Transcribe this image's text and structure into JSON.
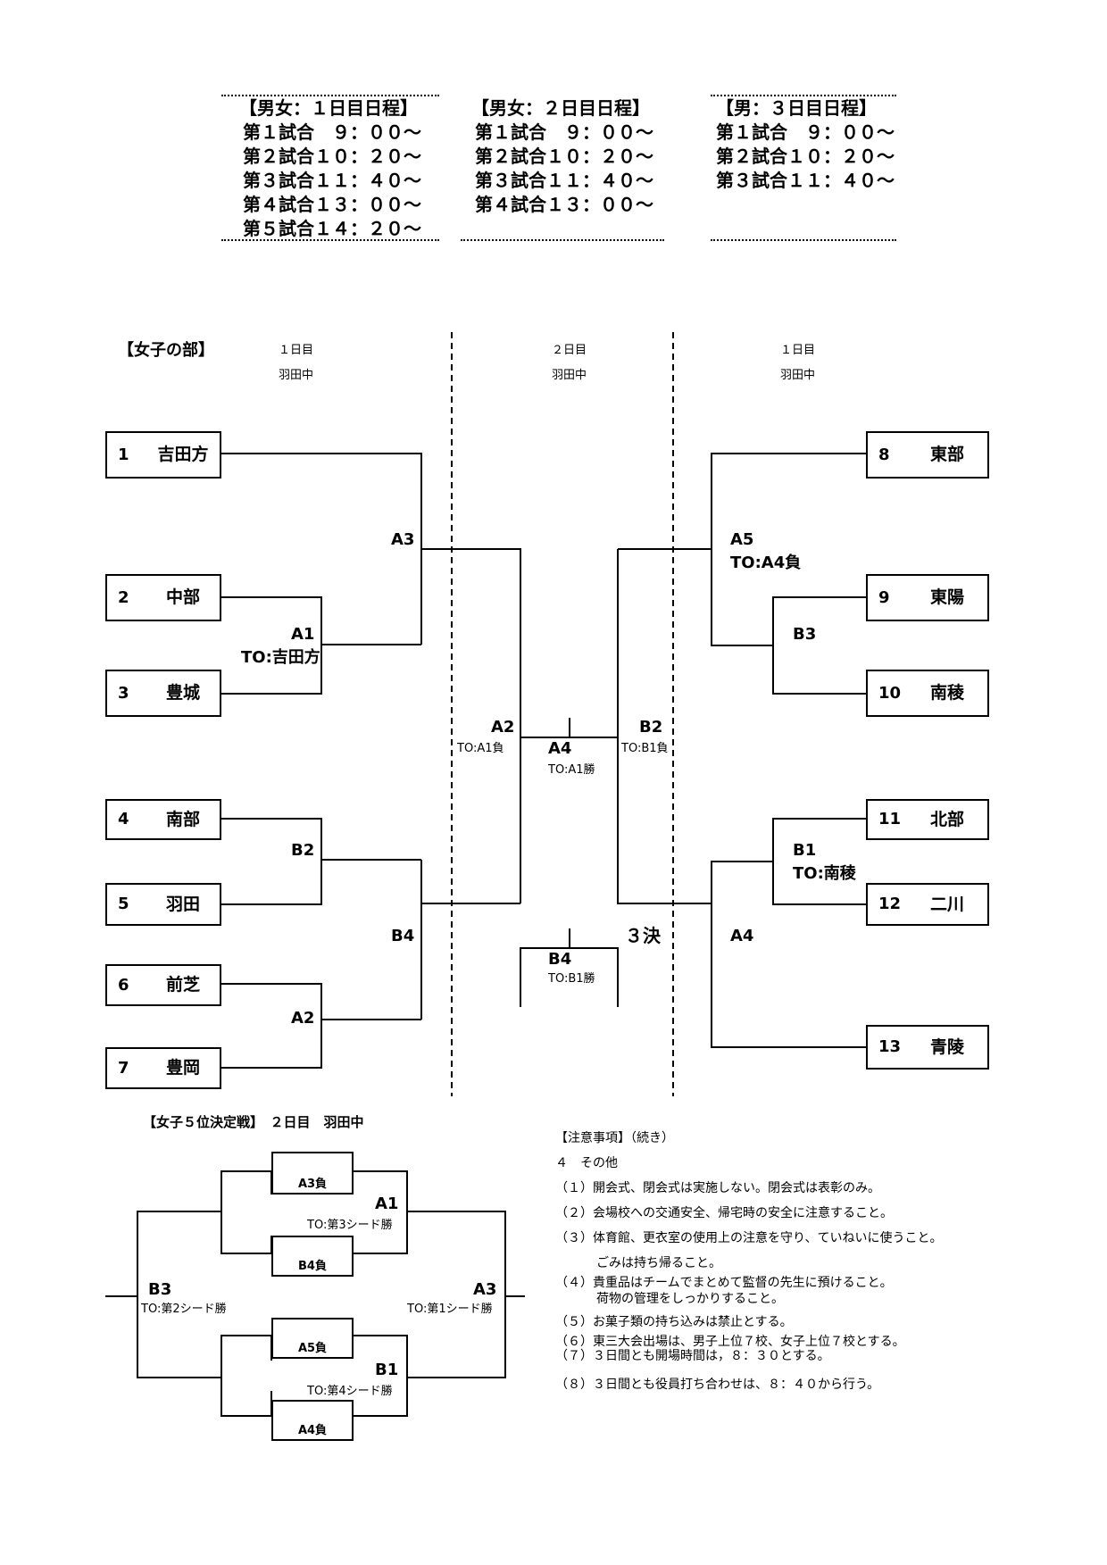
{
  "schedule": [
    {
      "title": "【男女：１日目日程】",
      "rows": [
        "第１試合　９：００～",
        "第２試合１０：２０～",
        "第３試合１１：４０～",
        "第４試合１３：００～",
        "第５試合１４：２０～"
      ]
    },
    {
      "title": "【男女：２日目日程】",
      "rows": [
        "第１試合　９：００～",
        "第２試合１０：２０～",
        "第３試合１１：４０～",
        "第４試合１３：００～"
      ]
    },
    {
      "title": "【男：３日目日程】",
      "rows": [
        "第１試合　９：００～",
        "第２試合１０：２０～",
        "第３試合１１：４０～"
      ]
    }
  ],
  "women": {
    "section_title": "【女子の部】",
    "day_left": "１日目",
    "venue_left": "羽田中",
    "day_center": "２日目",
    "venue_center": "羽田中",
    "day_right": "１日目",
    "venue_right": "羽田中",
    "teams": [
      {
        "num": "1",
        "name": "吉田方"
      },
      {
        "num": "2",
        "name": "中部"
      },
      {
        "num": "3",
        "name": "豊城"
      },
      {
        "num": "4",
        "name": "南部"
      },
      {
        "num": "5",
        "name": "羽田"
      },
      {
        "num": "6",
        "name": "前芝"
      },
      {
        "num": "7",
        "name": "豊岡"
      },
      {
        "num": "8",
        "name": "東部"
      },
      {
        "num": "9",
        "name": "東陽"
      },
      {
        "num": "10",
        "name": "南稜"
      },
      {
        "num": "11",
        "name": "北部"
      },
      {
        "num": "12",
        "name": "二川"
      },
      {
        "num": "13",
        "name": "青陵"
      }
    ],
    "labels": {
      "a3": "A3",
      "a1": "A1",
      "a1_to": "TO:吉田方",
      "b2_left": "B2",
      "b4_left": "B4",
      "a2_left": "A2",
      "a2_center": "A2",
      "a2_center_to": "TO:A1負",
      "a4_center": "A4",
      "a4_center_to": "TO:A1勝",
      "b2_center": "B2",
      "b2_center_to": "TO:B1負",
      "b4_center": "B4",
      "b4_center_to": "TO:B1勝",
      "third_place": "３決",
      "a5": "A5",
      "a5_to": "TO:A4負",
      "b3": "B3",
      "b1": "B1",
      "b1_to": "TO:南稜",
      "a4_right": "A4"
    }
  },
  "fifth": {
    "title": "【女子５位決定戦】　２日目　羽田中",
    "boxes": [
      "A3負",
      "B4負",
      "A5負",
      "A4負"
    ],
    "a1": "A1",
    "a1_to": "TO:第3シード勝",
    "b1": "B1",
    "b1_to": "TO:第4シード勝",
    "b3": "B3",
    "b3_to": "TO:第2シード勝",
    "a3": "A3",
    "a3_to": "TO:第1シード勝"
  },
  "notes": {
    "title": "【注意事項】（続き）",
    "subtitle": "４　その他",
    "items": [
      "（１）開会式、閉会式は実施しない。閉会式は表彰のみ。",
      "（２）会場校への交通安全、帰宅時の安全に注意すること。",
      "（３）体育館、更衣室の使用上の注意を守り、ていねいに使うこと。",
      "ごみは持ち帰ること。",
      "（４）貴重品はチームでまとめて監督の先生に預けること。",
      "荷物の管理をしっかりすること。",
      "（５）お菓子類の持ち込みは禁止とする。",
      "（６）東三大会出場は、男子上位７校、女子上位７校とする。",
      "（７）３日間とも開場時間は，８：３０とする。",
      "（８）３日間とも役員打ち合わせは、８：４０から行う。"
    ]
  }
}
